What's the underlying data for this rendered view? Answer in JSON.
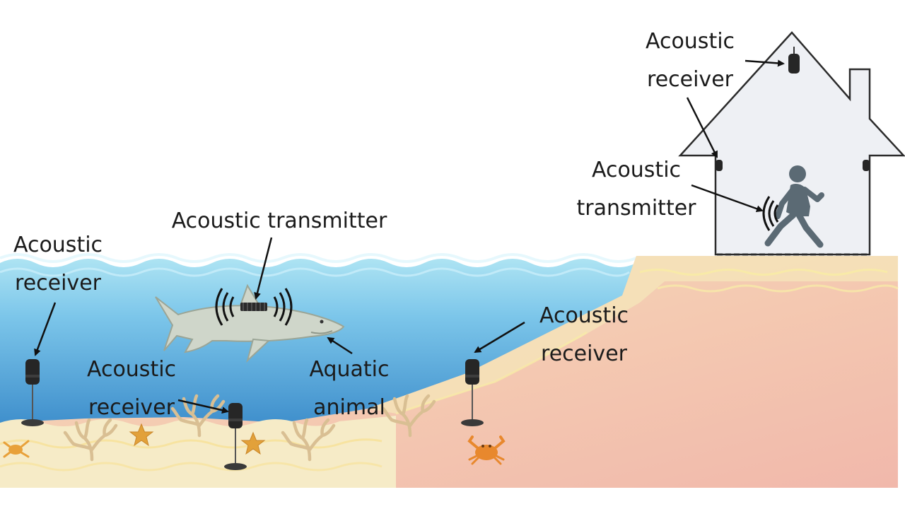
{
  "labels": {
    "receiver_left": {
      "line1": "Acoustic",
      "line2": "receiver"
    },
    "transmitter_sea": {
      "text": "Acoustic transmitter"
    },
    "receiver_seabed": {
      "line1": "Acoustic",
      "line2": "receiver"
    },
    "aquatic_animal": {
      "line1": "Aquatic",
      "line2": "animal"
    },
    "receiver_slope": {
      "line1": "Acoustic",
      "line2": "receiver"
    },
    "receiver_house": {
      "line1": "Acoustic",
      "line2": "receiver"
    },
    "transmitter_house": {
      "line1": "Acoustic",
      "line2": "transmitter"
    }
  },
  "colors": {
    "water_top": "#aee4f3",
    "water_bottom": "#3f8fcc",
    "sand": "#f5e3b9",
    "seabed": "#f6ebc7",
    "land": "#f3c8b2",
    "house_fill": "#eef0f4",
    "shark": "#cfd6ca",
    "coral": "#d9bf93",
    "starfish": "#e2a13a",
    "crab": "#e8882d",
    "device": "#262626",
    "person": "#5b6a74"
  },
  "icons": {
    "shark": "shark-icon",
    "person": "running-person-icon",
    "receiver": "acoustic-receiver-icon",
    "crab": "crab-icon",
    "starfish": "starfish-icon",
    "coral": "coral-icon",
    "house": "house-icon"
  }
}
